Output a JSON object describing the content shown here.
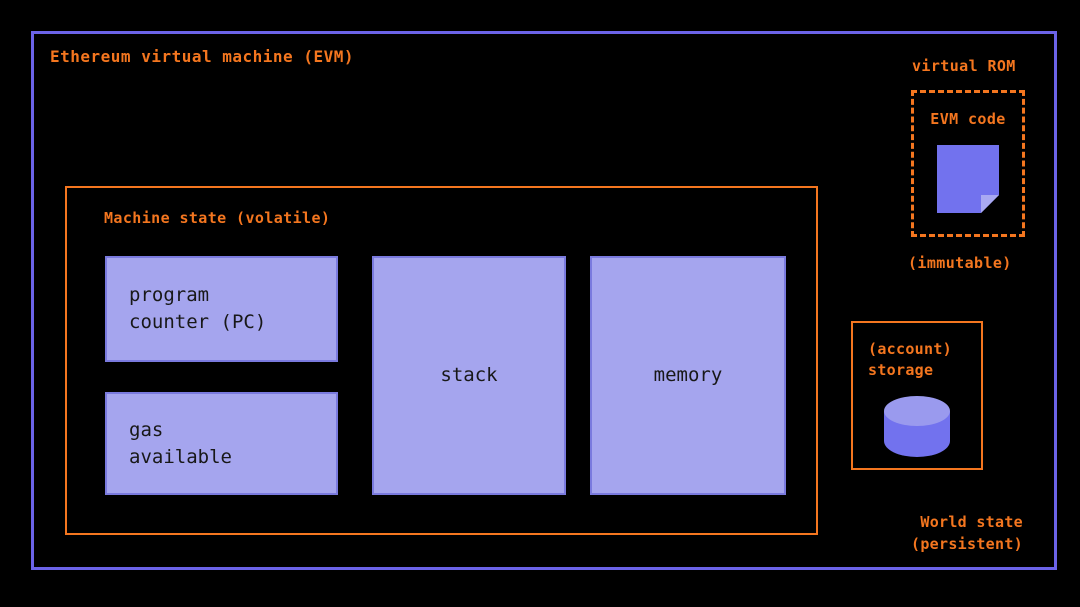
{
  "diagram": {
    "title": "Ethereum virtual machine (EVM)",
    "background_color": "#000000",
    "accent_color": "#f4761f",
    "container_border_color": "#6b63e8",
    "component_fill_color": "#a5a5ee",
    "component_border_color": "#7a7ade"
  },
  "machine_state": {
    "title": "Machine state (volatile)",
    "components": [
      {
        "label": "program\ncounter (PC)",
        "name": "program-counter"
      },
      {
        "label": "gas\navailable",
        "name": "gas-available"
      },
      {
        "label": "stack",
        "name": "stack"
      },
      {
        "label": "memory",
        "name": "memory"
      }
    ]
  },
  "virtual_rom": {
    "title": "virtual ROM",
    "box_label": "EVM code",
    "icon": "document-icon",
    "caption": "(immutable)"
  },
  "world_state": {
    "storage_label": "(account)\nstorage",
    "icon": "database-cylinder-icon",
    "caption": "World state\n(persistent)"
  }
}
